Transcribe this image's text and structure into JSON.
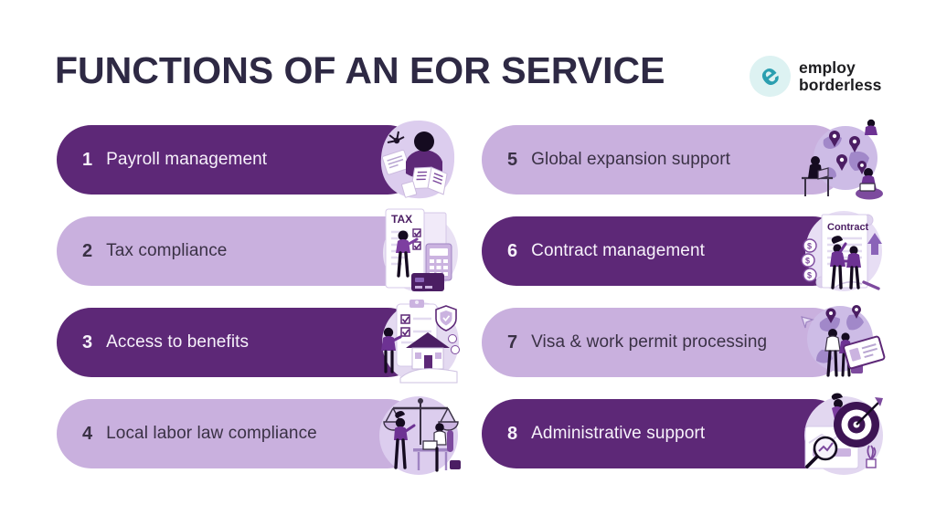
{
  "header": {
    "title": "FUNCTIONS OF AN EOR SERVICE",
    "logo": {
      "mark": "e",
      "line1": "employ",
      "line2": "borderless"
    }
  },
  "colors": {
    "dark_pill": "#5d2877",
    "light_pill": "#c9b0de",
    "title_text": "#2e2944",
    "light_pill_text": "#3a3145",
    "dark_pill_text": "#f7f2fb",
    "brand_teal": "#2b9fb0",
    "brand_teal_bg": "#ddf2f2",
    "background": "#ffffff"
  },
  "items": [
    {
      "number": "1",
      "label": "Payroll management",
      "theme": "dark",
      "icon": "payroll-illustration"
    },
    {
      "number": "2",
      "label": "Tax compliance",
      "theme": "light",
      "icon": "tax-illustration",
      "doc_label": "TAX"
    },
    {
      "number": "3",
      "label": "Access to benefits",
      "theme": "dark",
      "icon": "benefits-illustration"
    },
    {
      "number": "4",
      "label": "Local labor law compliance",
      "theme": "light",
      "icon": "labor-law-illustration"
    },
    {
      "number": "5",
      "label": "Global expansion support",
      "theme": "light",
      "icon": "global-expansion-illustration"
    },
    {
      "number": "6",
      "label": "Contract management",
      "theme": "dark",
      "icon": "contract-illustration",
      "doc_label": "Contract"
    },
    {
      "number": "7",
      "label": "Visa & work permit processing",
      "theme": "light",
      "icon": "visa-illustration"
    },
    {
      "number": "8",
      "label": "Administrative support",
      "theme": "dark",
      "icon": "admin-illustration"
    }
  ]
}
